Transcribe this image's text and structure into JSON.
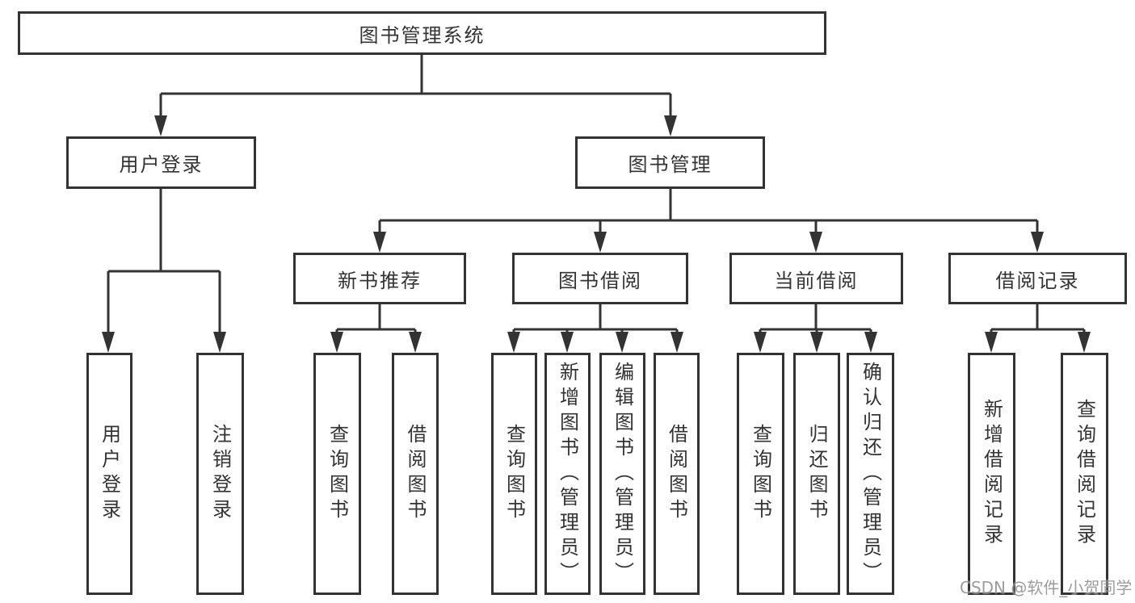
{
  "diagram": {
    "root": {
      "label": "图书管理系统"
    },
    "children": [
      {
        "label": "用户登录",
        "children": [
          {
            "label": "用户登录"
          },
          {
            "label": "注销登录"
          }
        ]
      },
      {
        "label": "图书管理",
        "children": [
          {
            "label": "新书推荐",
            "children": [
              {
                "label": "查询图书"
              },
              {
                "label": "借阅图书"
              }
            ]
          },
          {
            "label": "图书借阅",
            "children": [
              {
                "label": "查询图书"
              },
              {
                "label": "新增图书（管理员）"
              },
              {
                "label": "编辑图书（管理员）"
              },
              {
                "label": "借阅图书"
              }
            ]
          },
          {
            "label": "当前借阅",
            "children": [
              {
                "label": "查询图书"
              },
              {
                "label": "归还图书"
              },
              {
                "label": "确认归还（管理员）"
              }
            ]
          },
          {
            "label": "借阅记录",
            "children": [
              {
                "label": "新增借阅记录"
              },
              {
                "label": "查询借阅记录"
              }
            ]
          }
        ]
      }
    ]
  },
  "watermark": {
    "text": "CSDN @软件_小贺同学"
  },
  "colors": {
    "line": "#333333",
    "box_border": "#333333",
    "text": "#333333",
    "background": "#ffffff",
    "watermark": "#808080"
  }
}
